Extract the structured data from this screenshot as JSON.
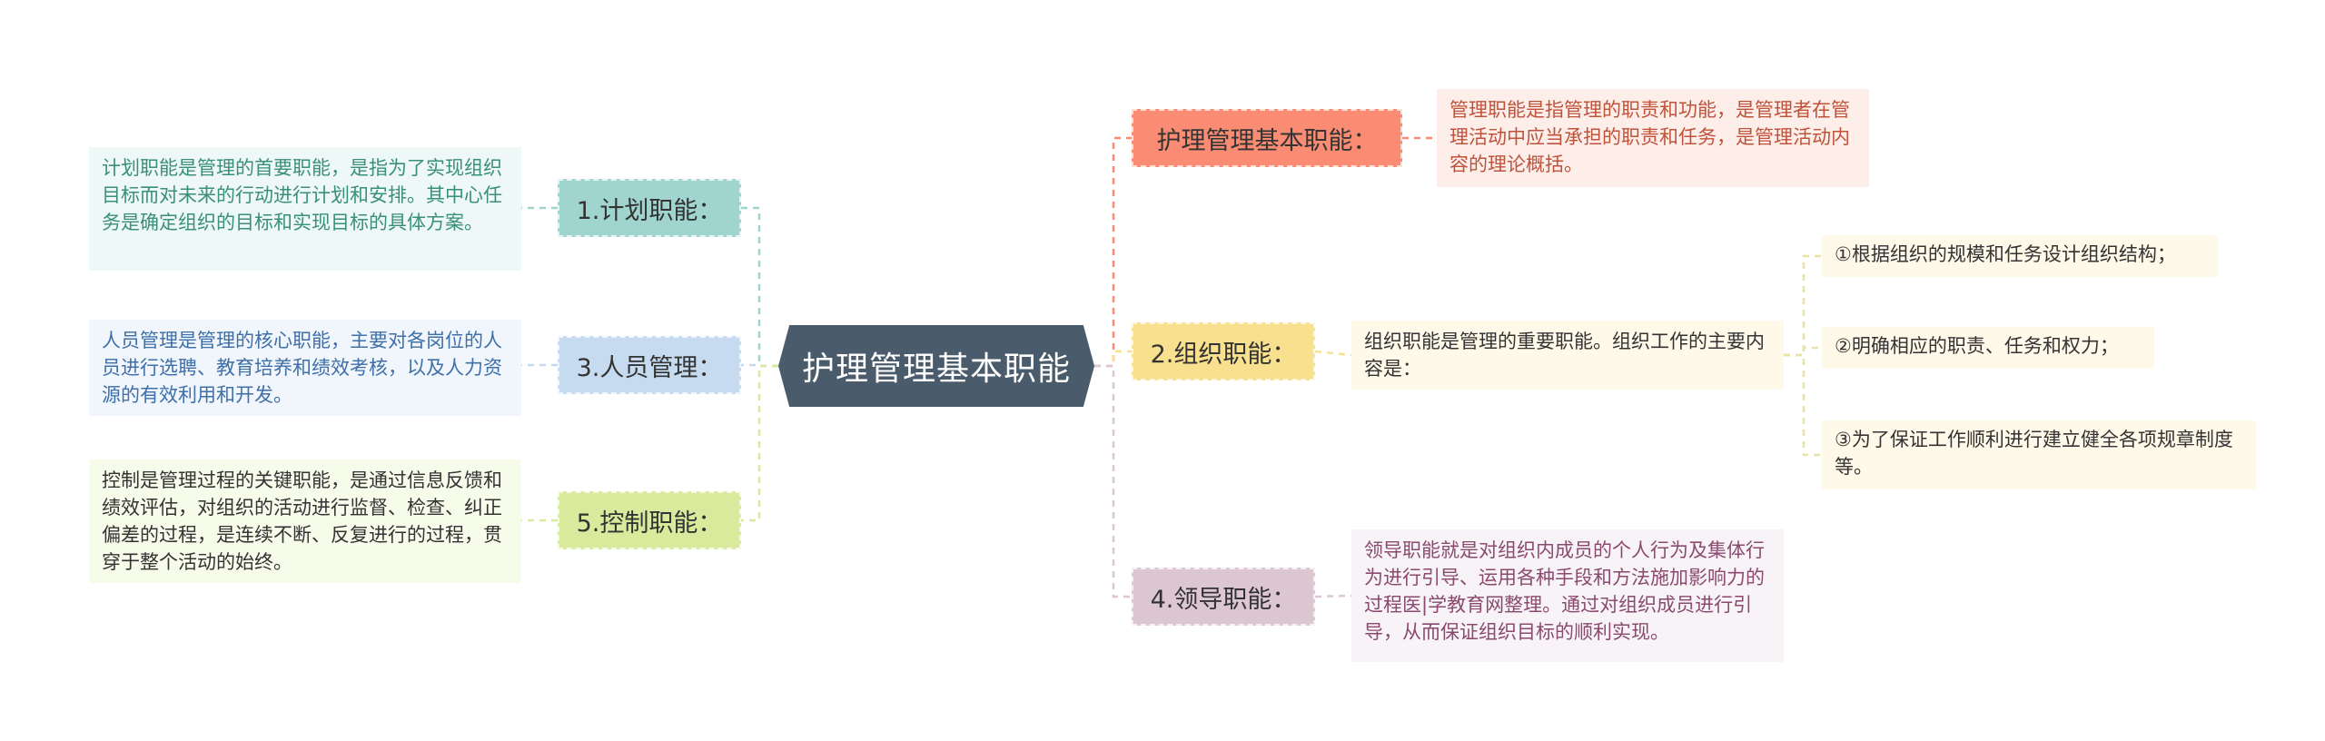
{
  "center": {
    "label": "护理管理基本职能",
    "color": "#4a5b6b"
  },
  "left": [
    {
      "label": "1.计划职能：",
      "color": "#9fd4cf",
      "text": "计划职能是管理的首要职能，是指为了实现组织目标而对未来的行动进行计划和安排。其中心任务是确定组织的目标和实现目标的具体方案。",
      "leaf_bg": "#eef8f6",
      "leaf_color": "#3a8f7a"
    },
    {
      "label": "3.人员管理：",
      "color": "#c6dbef",
      "text": "人员管理是管理的核心职能，主要对各岗位的人员进行选聘、教育培养和绩效考核，以及人力资源的有效利用和开发。",
      "leaf_bg": "#f1f6fc",
      "leaf_color": "#3e6fa8"
    },
    {
      "label": "5.控制职能：",
      "color": "#d9ea9c",
      "text": "控制是管理过程的关键职能，是通过信息反馈和绩效评估，对组织的活动进行监督、检查、纠正偏差的过程，是连续不断、反复进行的过程，贯穿于整个活动的始终。",
      "leaf_bg": "#f7fbea",
      "leaf_color": "#333333"
    }
  ],
  "right": [
    {
      "label": "护理管理基本职能：",
      "color": "#fa8c73",
      "text": "管理职能是指管理的职责和功能，是管理者在管理活动中应当承担的职责和任务，是管理活动内容的理论概括。",
      "leaf_bg": "#fdeeea",
      "leaf_color": "#c0523a"
    },
    {
      "label": "2.组织职能：",
      "color": "#f8e08e",
      "text": "组织职能是管理的重要职能。组织工作的主要内容是：",
      "leaf_bg": "#fef9e8",
      "leaf_color": "#333333",
      "children": [
        "①根据组织的规模和任务设计组织结构；",
        "②明确相应的职责、任务和权力；",
        "③为了保证工作顺利进行建立健全各项规章制度等。"
      ]
    },
    {
      "label": "4.领导职能：",
      "color": "#dcc6d2",
      "text": "领导职能就是对组织内成员的个人行为及集体行为进行引导、运用各种手段和方法施加影响力的过程医|学教育网整理。通过对组织成员进行引导，从而保证组织目标的顺利实现。",
      "leaf_bg": "#f8f3f6",
      "leaf_color": "#8a4a6e"
    }
  ]
}
